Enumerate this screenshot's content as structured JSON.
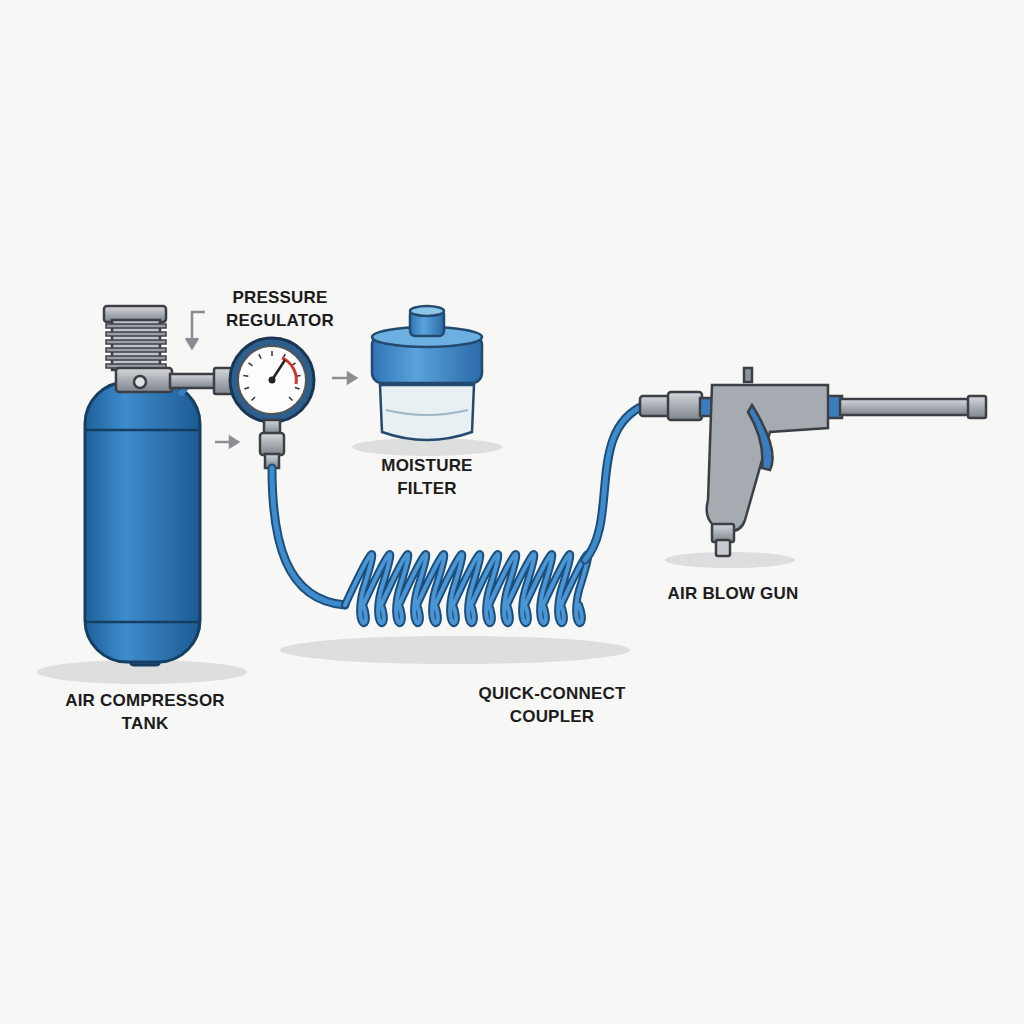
{
  "diagram": {
    "labels": [
      "PRESSURE REGULATOR",
      "MOISTURE FILTER",
      "AIR BLOW GUN",
      "AIR COMPRESSOR TANK",
      "QUICK-CONNECT COUPLER"
    ]
  }
}
